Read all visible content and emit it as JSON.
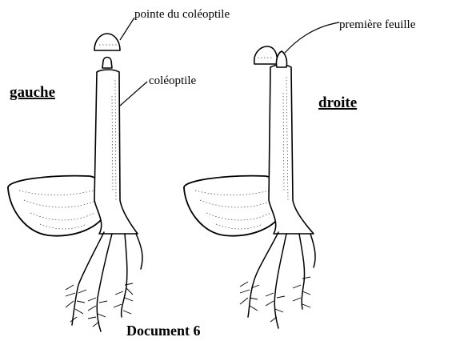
{
  "labels": {
    "tip_of_coleoptile": "pointe du coléoptile",
    "first_leaf": "première feuille",
    "left": "gauche",
    "coleoptile": "coléoptile",
    "right": "droite",
    "caption": "Document 6"
  }
}
